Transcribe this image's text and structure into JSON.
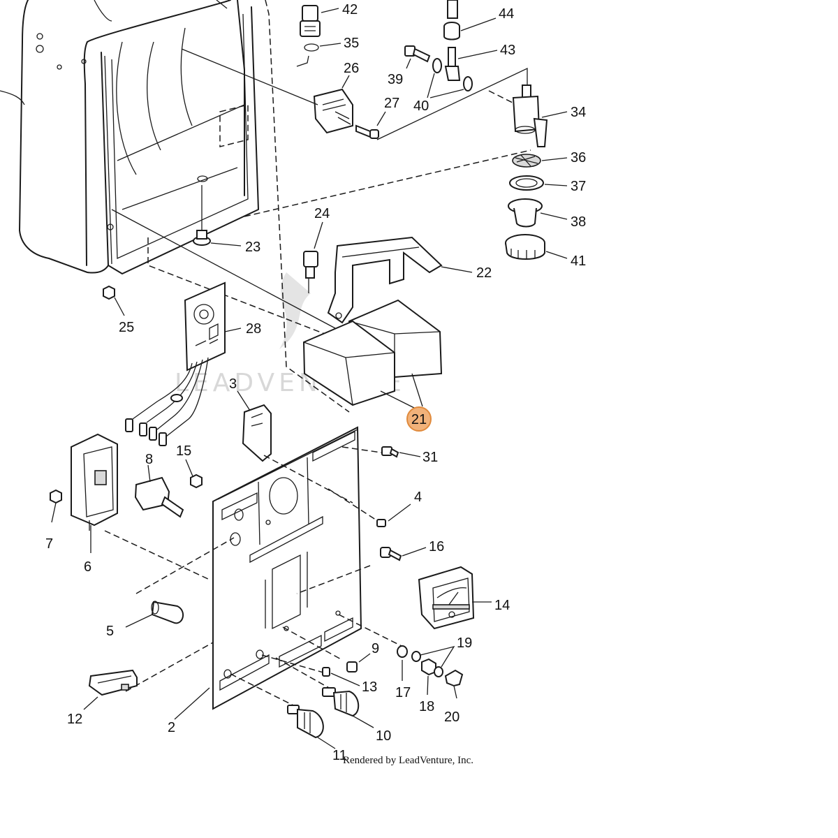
{
  "diagram": {
    "footer_text": "Rendered by LeadVenture, Inc.",
    "watermark_text": "LEADVENTURE",
    "highlighted_callout": "21",
    "highlight_color": "#f1b27a",
    "callouts": {
      "c2": "2",
      "c3": "3",
      "c4": "4",
      "c5": "5",
      "c6": "6",
      "c7": "7",
      "c8": "8",
      "c9": "9",
      "c10": "10",
      "c11": "11",
      "c12": "12",
      "c13": "13",
      "c14": "14",
      "c15": "15",
      "c16": "16",
      "c17": "17",
      "c18": "18",
      "c19": "19",
      "c20": "20",
      "c21": "21",
      "c22": "22",
      "c23": "23",
      "c24": "24",
      "c25": "25",
      "c26": "26",
      "c27": "27",
      "c28": "28",
      "c31": "31",
      "c34": "34",
      "c35": "35",
      "c36": "36",
      "c37": "37",
      "c38": "38",
      "c39": "39",
      "c40": "40",
      "c41": "41",
      "c42": "42",
      "c43": "43",
      "c44": "44"
    }
  }
}
